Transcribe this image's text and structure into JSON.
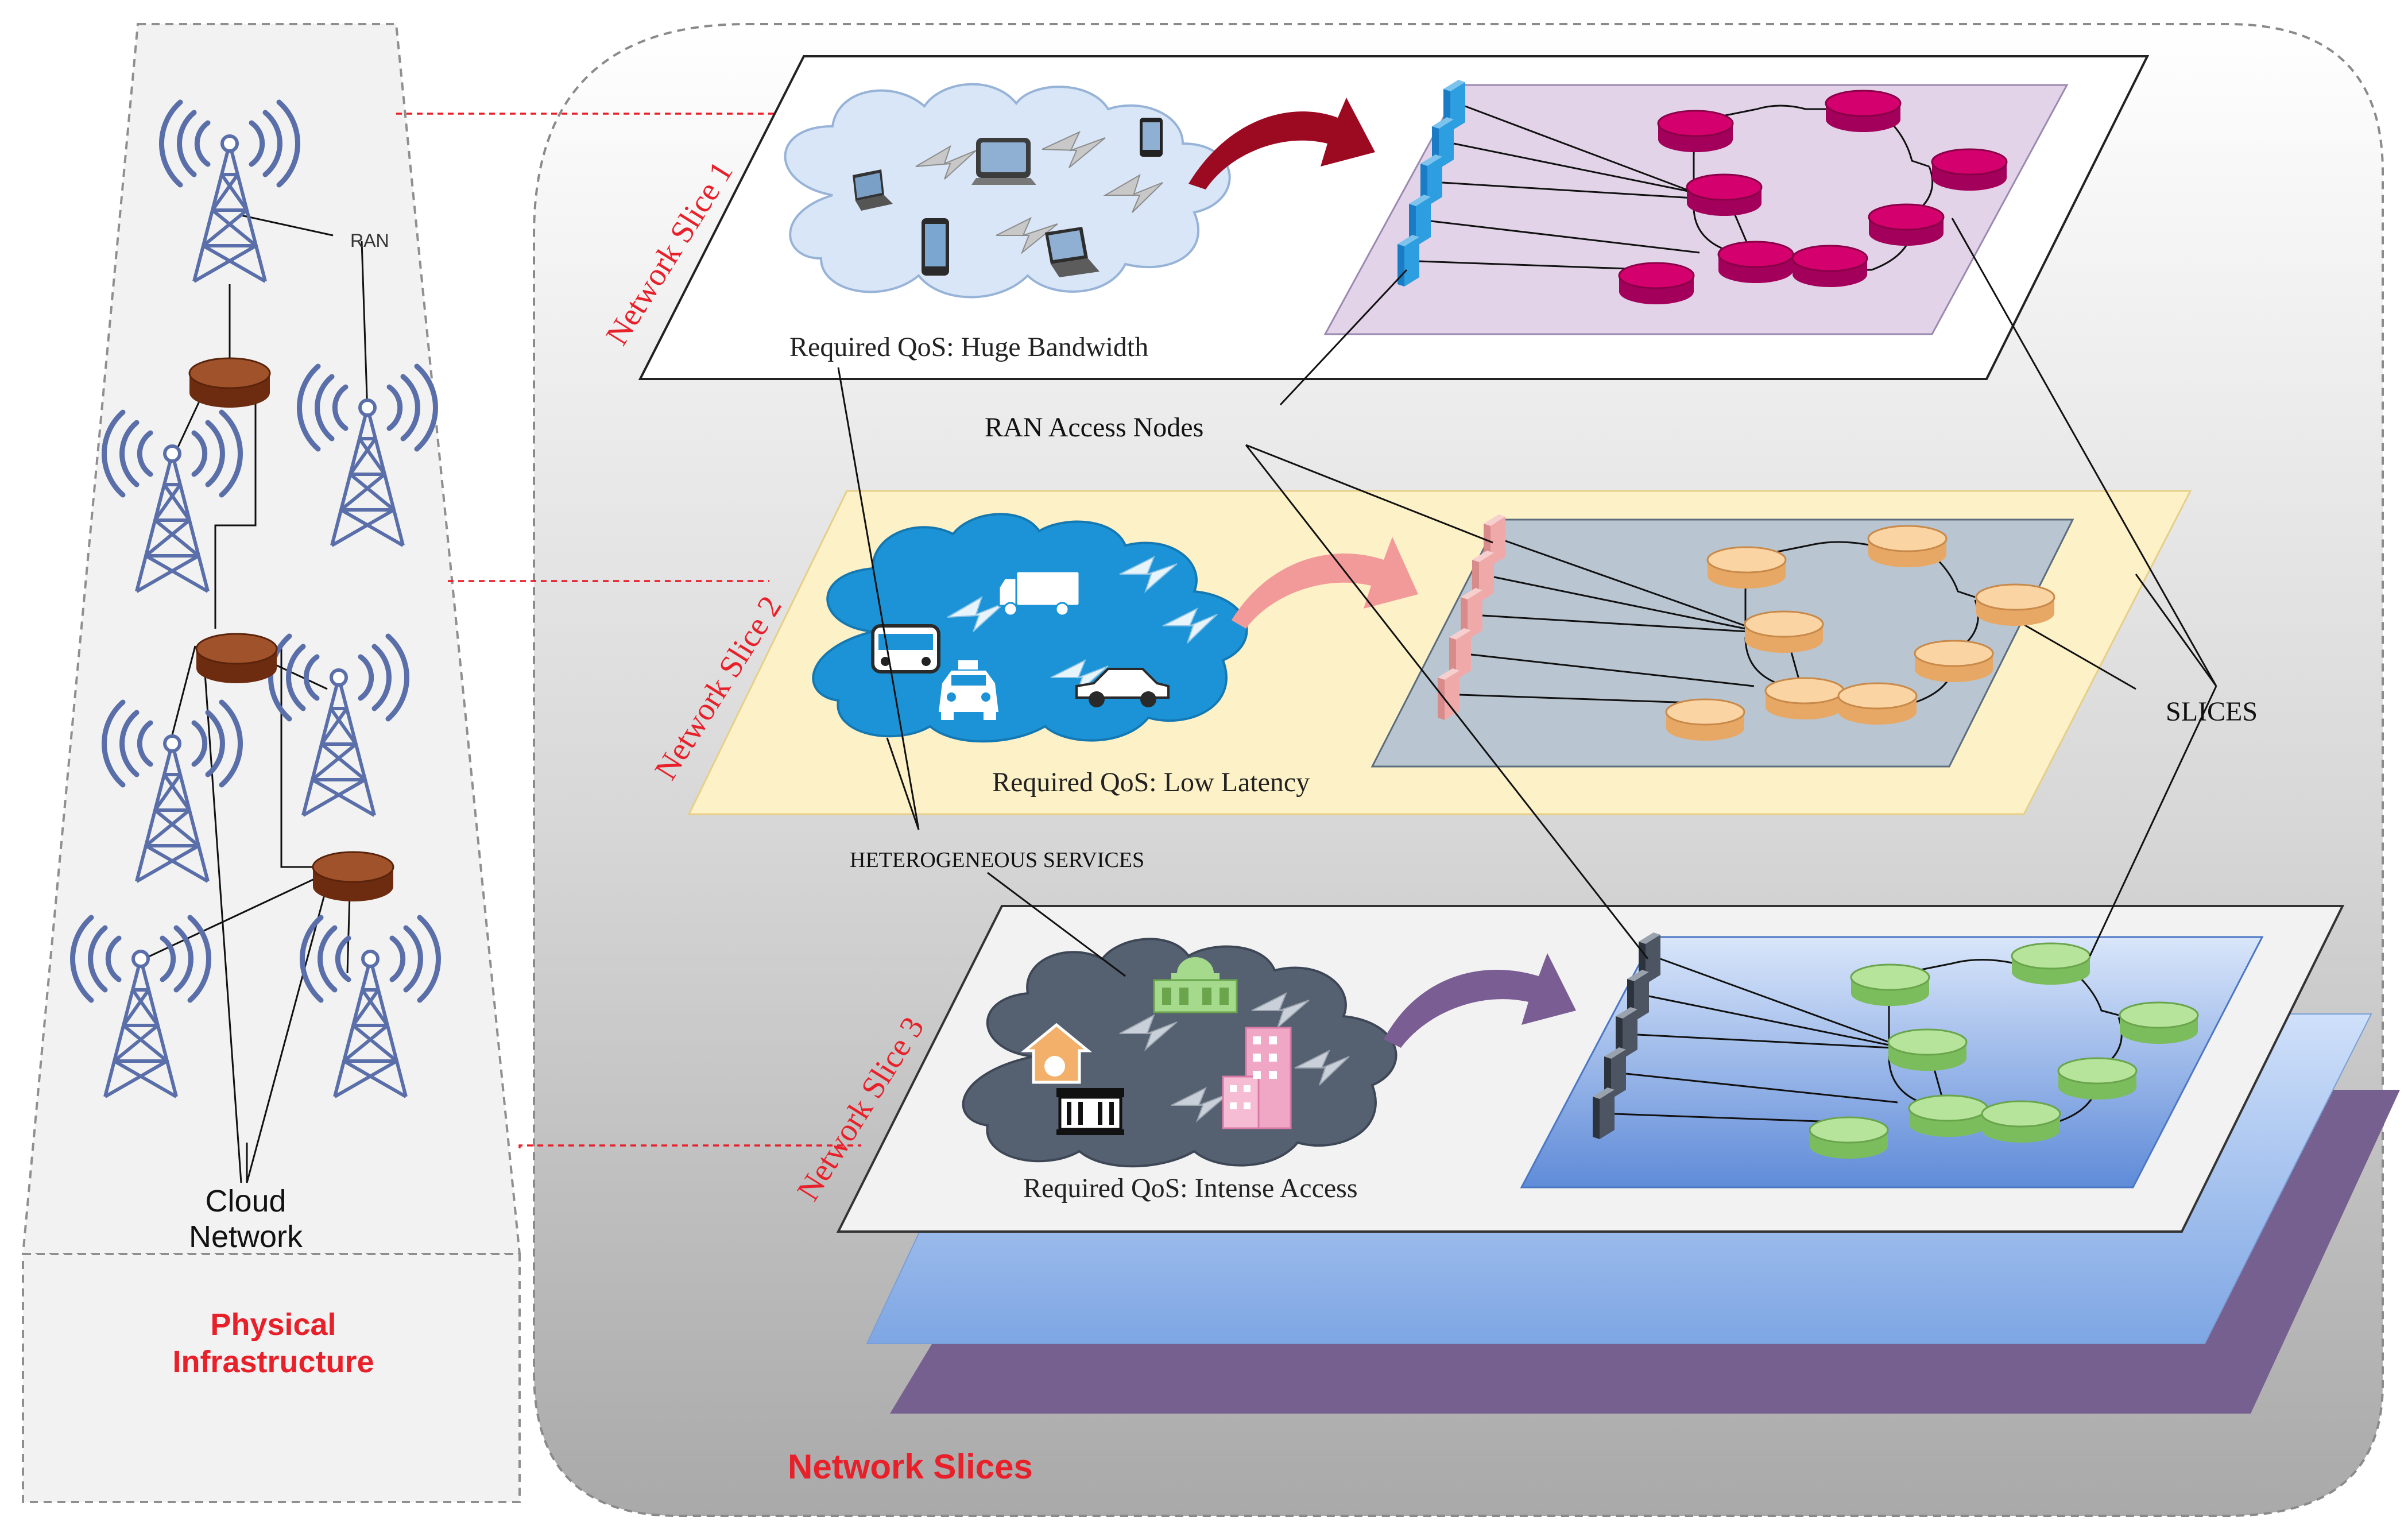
{
  "physical": {
    "ran_label": "RAN",
    "cloud_label_1": "Cloud",
    "cloud_label_2": "Network",
    "title_1": "Physical",
    "title_2": "Infrastructure"
  },
  "slices_title": "Network Slices",
  "slices": [
    {
      "name": "Network Slice 1",
      "qos": "Required QoS: Huge Bandwidth"
    },
    {
      "name": "Network Slice 2",
      "qos": "Required QoS: Low Latency"
    },
    {
      "name": "Network Slice 3",
      "qos": "Required QoS: Intense Access"
    }
  ],
  "labels": {
    "ran_access_nodes": "RAN Access Nodes",
    "heterogeneous_services": "HETEROGENEOUS SERVICES",
    "slices": "SLICES"
  },
  "colors": {
    "accent_red": "#e8202a",
    "slice1_core": "#e3d3e8",
    "slice1_node": "#d4006e",
    "slice1_cloud": "#d8e6f7",
    "slice1_arrow": "#9c0a22",
    "slice2_panel": "#fdf1c7",
    "slice2_core": "#b9c6d2",
    "slice2_node": "#f9cd96",
    "slice2_cloud": "#1c93d6",
    "slice2_arrow": "#f29a9a",
    "slice3_core": "#6b96dd",
    "slice3_node": "#a8dc8c",
    "slice3_cloud": "#556071",
    "slice3_arrow": "#7a5d93",
    "router_brown": "#9c4a22",
    "tower_blue": "#5a6fa9"
  }
}
